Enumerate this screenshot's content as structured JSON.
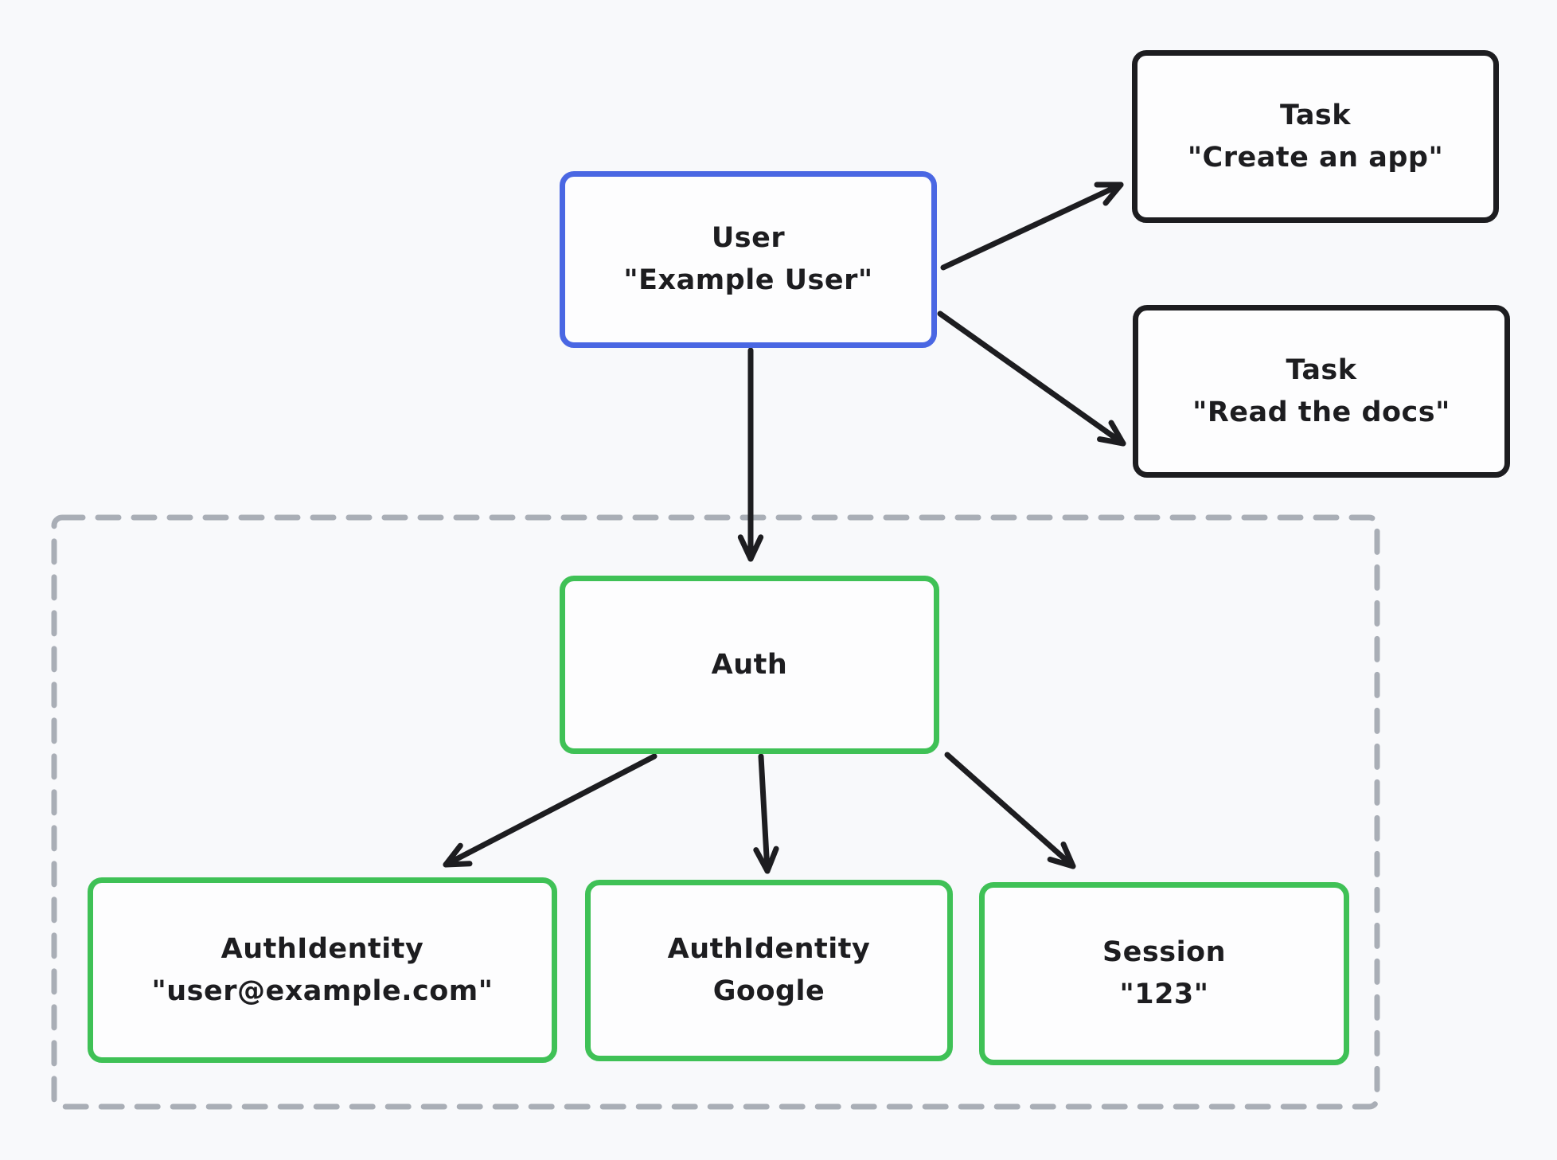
{
  "colors": {
    "bg": "#f8f9fb",
    "fill": "#fdfdfe",
    "ink": "#1d1d20",
    "text": "#1d1d20",
    "blue": "#4a67e3",
    "green": "#3fc156",
    "gray": "#a9aeb6"
  },
  "diagram": {
    "nodes": {
      "user": {
        "line1": "User",
        "line2": "\"Example User\""
      },
      "task_create": {
        "line1": "Task",
        "line2": "\"Create an app\""
      },
      "task_read": {
        "line1": "Task",
        "line2": "\"Read the docs\""
      },
      "auth": {
        "line1": "Auth"
      },
      "identity_email": {
        "line1": "AuthIdentity",
        "line2": "\"user@example.com\""
      },
      "identity_google": {
        "line1": "AuthIdentity",
        "line2": "Google"
      },
      "session": {
        "line1": "Session",
        "line2": "\"123\""
      }
    },
    "edges": [
      {
        "from": "user",
        "to": "task_create"
      },
      {
        "from": "user",
        "to": "task_read"
      },
      {
        "from": "user",
        "to": "auth"
      },
      {
        "from": "auth",
        "to": "identity_email"
      },
      {
        "from": "auth",
        "to": "identity_google"
      },
      {
        "from": "auth",
        "to": "session"
      }
    ]
  }
}
